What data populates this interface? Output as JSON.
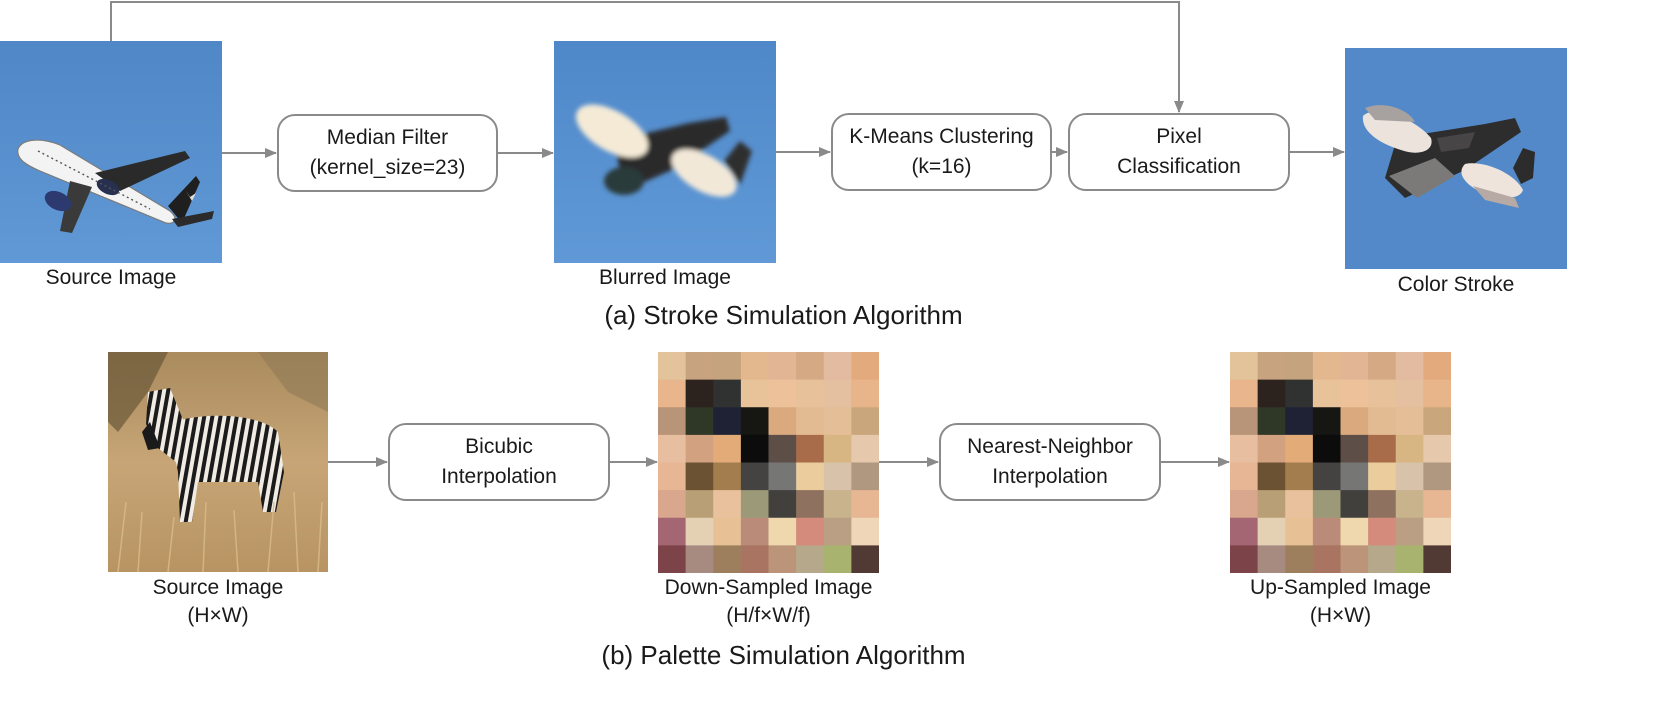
{
  "stroke": {
    "caption": "(a) Stroke Simulation Algorithm",
    "source_label": "Source Image",
    "median_filter": {
      "line1": "Median Filter",
      "line2": "(kernel_size=23)"
    },
    "blurred_label": "Blurred Image",
    "kmeans": {
      "line1": "K-Means Clustering",
      "line2": "(k=16)"
    },
    "pixel_class": {
      "line1": "Pixel",
      "line2": "Classification"
    },
    "color_stroke_label": "Color Stroke"
  },
  "palette": {
    "caption": "(b) Palette Simulation Algorithm",
    "source_label": {
      "line1": "Source Image",
      "line2": "(H×W)"
    },
    "bicubic": {
      "line1": "Bicubic",
      "line2": "Interpolation"
    },
    "downsampled_label": {
      "line1": "Down-Sampled Image",
      "line2": "(H/f×W/f)"
    },
    "nearest": {
      "line1": "Nearest-Neighbor",
      "line2": "Interpolation"
    },
    "upsampled_label": {
      "line1": "Up-Sampled Image",
      "line2": "(H×W)"
    },
    "grid_colors": [
      [
        "#e3c49a",
        "#c8a380",
        "#c4a37e",
        "#e4b88f",
        "#e2b694",
        "#d4a983",
        "#e3bba0",
        "#e3aa7e"
      ],
      [
        "#e8b58d",
        "#2c231e",
        "#303131",
        "#e8c39a",
        "#edc29a",
        "#e7c19a",
        "#e4bfa0",
        "#e8b58a"
      ],
      [
        "#b89478",
        "#2f3726",
        "#1f2234",
        "#161613",
        "#dba97e",
        "#e3bb92",
        "#e4be96",
        "#caa67c"
      ],
      [
        "#e8bea1",
        "#d2a180",
        "#e3ab78",
        "#0b0c0b",
        "#5d4e47",
        "#a86c4b",
        "#d8b684",
        "#e6c8ad"
      ],
      [
        "#e7b694",
        "#6a5233",
        "#a37d4e",
        "#444341",
        "#767674",
        "#ebcc9d",
        "#d8c2a9",
        "#b09780"
      ],
      [
        "#d9a68e",
        "#b89f75",
        "#e9c29d",
        "#9b9978",
        "#41403d",
        "#8e715f",
        "#c8b38c",
        "#e6b792"
      ],
      [
        "#a56673",
        "#e4d1b4",
        "#e7c096",
        "#bb8b7a",
        "#efd7ae",
        "#d48b7b",
        "#ba9f84",
        "#efd6b8"
      ],
      [
        "#7c4448",
        "#a78a80",
        "#9d7f5e",
        "#a97462",
        "#bb9479",
        "#b6a88a",
        "#a7b36e",
        "#513a34"
      ]
    ]
  }
}
